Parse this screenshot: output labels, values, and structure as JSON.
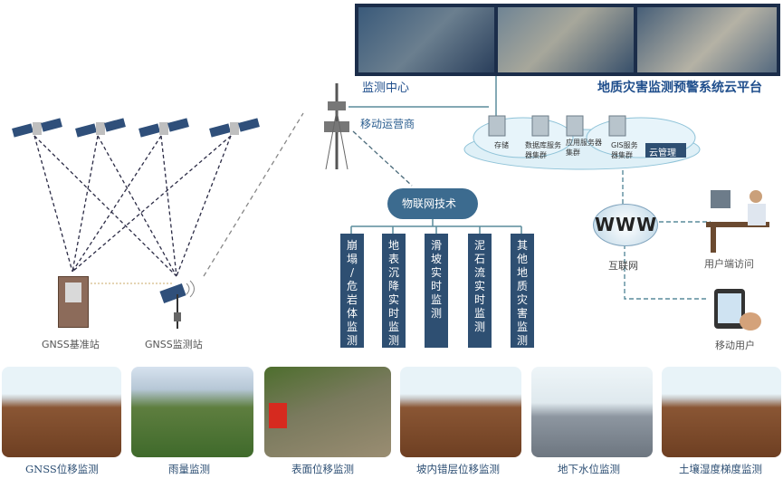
{
  "labels": {
    "monitoring_center": "监测中心",
    "cloud_platform": "地质灾害监测预警系统云平台",
    "mobile_operator": "移动运营商",
    "iot_tech": "物联网技术",
    "cloud_mgmt": "云管理",
    "internet": "互联网",
    "www": "WWW",
    "user_access": "用户端访问",
    "mobile_user": "移动用户",
    "gnss_base": "GNSS基准站",
    "gnss_monitor": "GNSS监测站",
    "server_storage": "存储",
    "server_db": "数据库服务器集群",
    "server_app": "应用服务器集群",
    "server_gis": "GIS服务器集群"
  },
  "iot_columns": [
    "崩塌/危岩体监测",
    "地表沉降实时监测",
    "滑坡实时监测",
    "泥石流实时监测",
    "其他地质灾害监测"
  ],
  "bottom_captions": [
    "GNSS位移监测",
    "雨量监测",
    "表面位移监测",
    "坡内错层位移监测",
    "地下水位监测",
    "土壤湿度梯度监测"
  ],
  "colors": {
    "dark_blue": "#2e4f72",
    "title_blue": "#1f4e8c",
    "dash": "#2b2b45"
  }
}
